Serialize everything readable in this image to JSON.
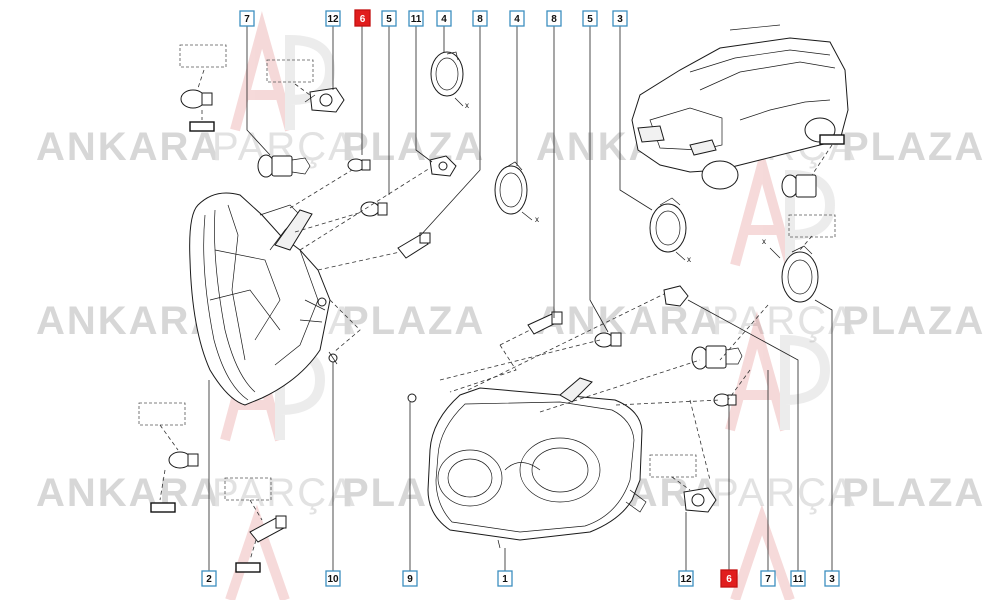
{
  "watermark": {
    "word1": "ANKARA",
    "word2": "PARÇA",
    "word3": "PLAZA"
  },
  "callouts": {
    "top": [
      "7",
      "12",
      "6",
      "5",
      "11",
      "4",
      "8",
      "4",
      "8",
      "5",
      "3"
    ],
    "bottom": [
      "2",
      "10",
      "9",
      "1",
      "12",
      "6",
      "7",
      "11",
      "3"
    ]
  },
  "marks": {
    "x": "x"
  },
  "colors": {
    "highlight": "#e11d1d",
    "callout_border": "#3d8fbf",
    "watermark": "#d7d7d7"
  }
}
